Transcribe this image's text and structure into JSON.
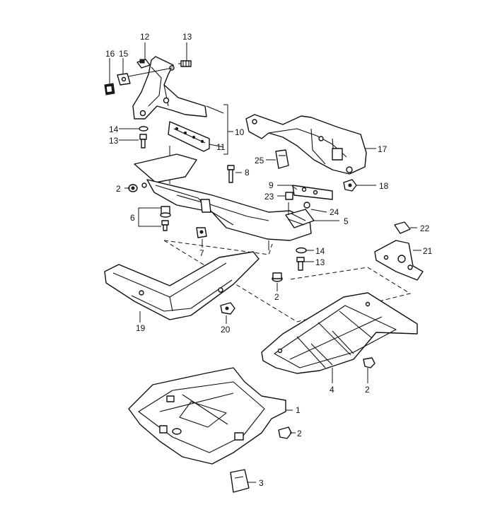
{
  "callouts": {
    "c1": "1",
    "c2a": "2",
    "c2b": "2",
    "c2c": "2",
    "c2d": "2",
    "c3": "3",
    "c4": "4",
    "c5": "5",
    "c6": "6",
    "c7": "7",
    "c8": "8",
    "c9": "9",
    "c10": "10",
    "c11": "11",
    "c12": "12",
    "c13a": "13",
    "c13b": "13",
    "c13c": "13",
    "c14a": "14",
    "c14b": "14",
    "c15": "15",
    "c16": "16",
    "c17": "17",
    "c18": "18",
    "c19": "19",
    "c20": "20",
    "c21": "21",
    "c22": "22",
    "c23": "23",
    "c24": "24",
    "c25": "25"
  }
}
